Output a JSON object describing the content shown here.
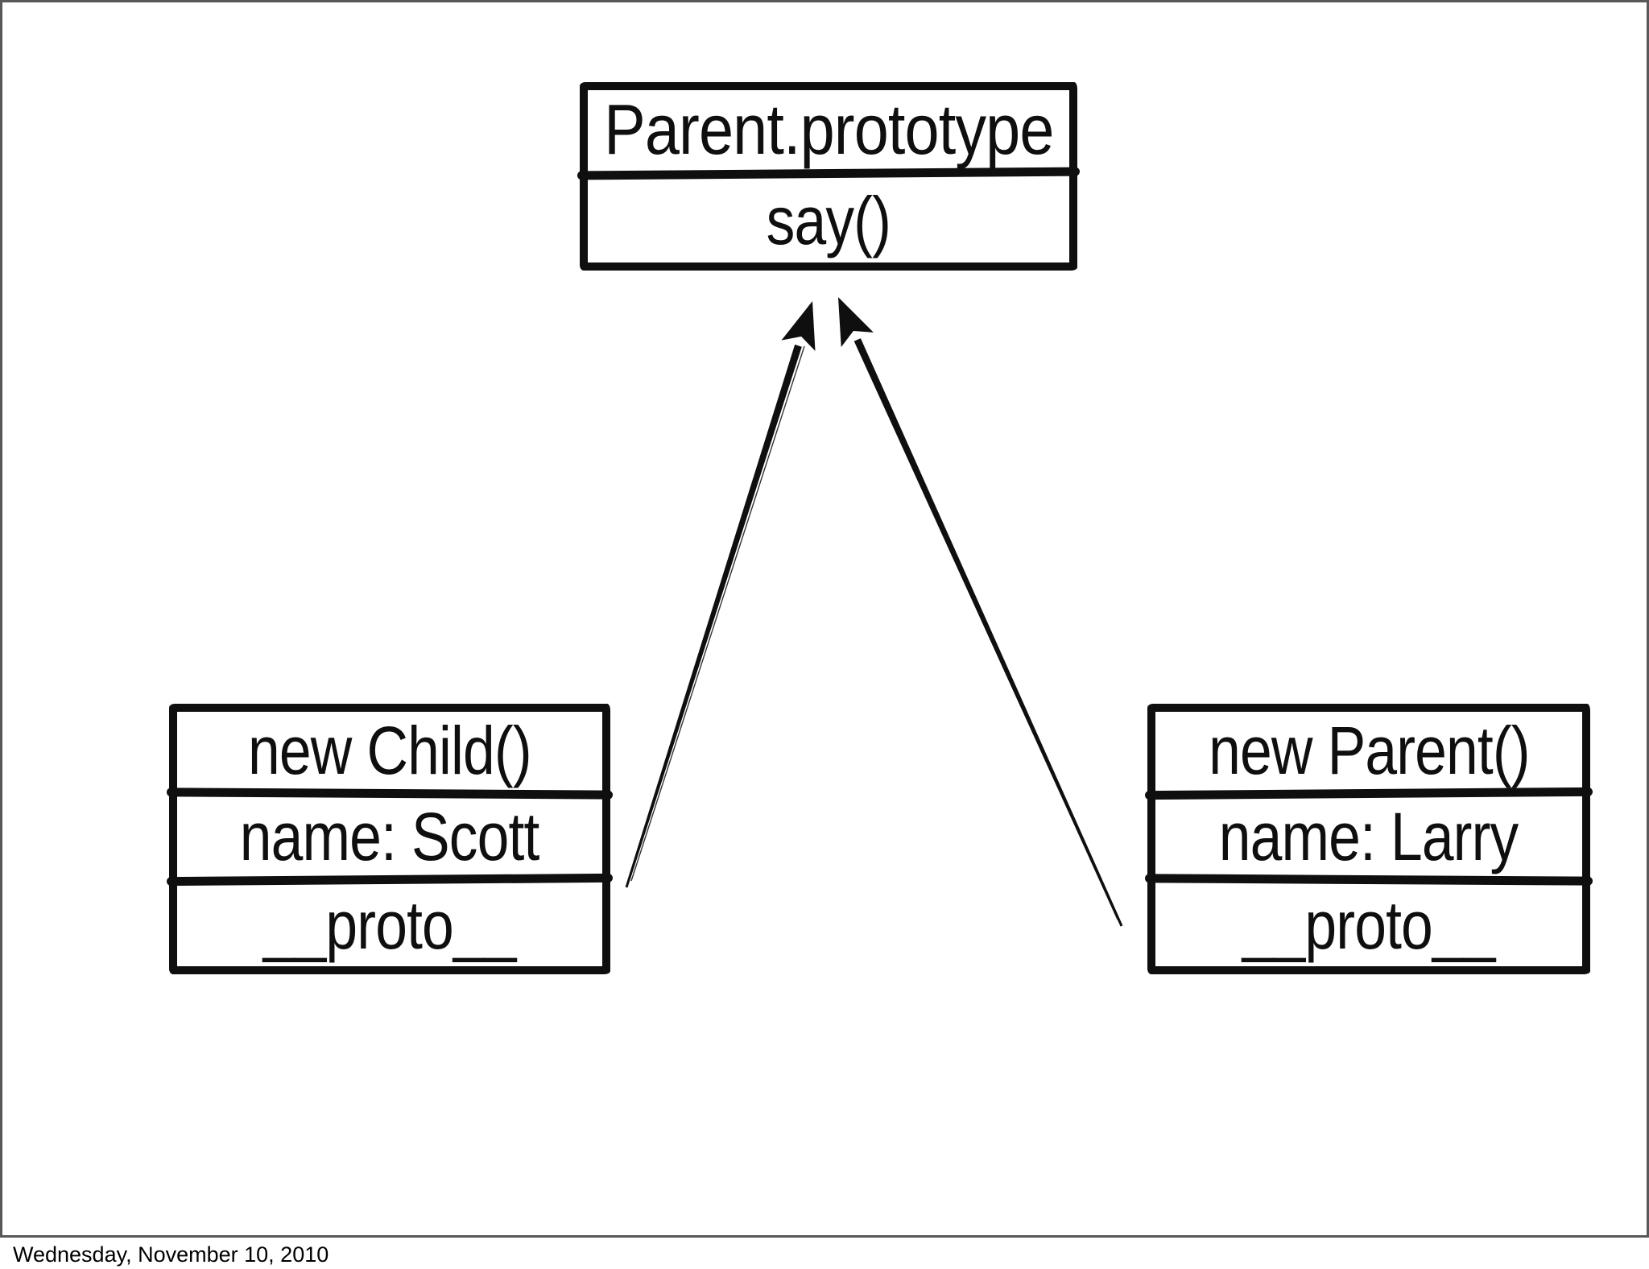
{
  "slide": {
    "diagram": {
      "boxes": [
        {
          "id": "parent-prototype",
          "title": "Parent.prototype",
          "rows": [
            "say()"
          ]
        },
        {
          "id": "new-child",
          "title": "new Child()",
          "rows": [
            "name: Scott",
            "__proto__"
          ]
        },
        {
          "id": "new-parent",
          "title": "new Parent()",
          "rows": [
            "name: Larry",
            "__proto__"
          ]
        }
      ],
      "arrows": [
        {
          "from": "new-child",
          "to": "parent-prototype"
        },
        {
          "from": "new-parent",
          "to": "parent-prototype"
        }
      ]
    }
  },
  "footer": {
    "date": "Wednesday, November 10, 2010"
  },
  "colors": {
    "ink": "#0f0f0f",
    "frame_border": "#58585a",
    "background": "#ffffff"
  }
}
